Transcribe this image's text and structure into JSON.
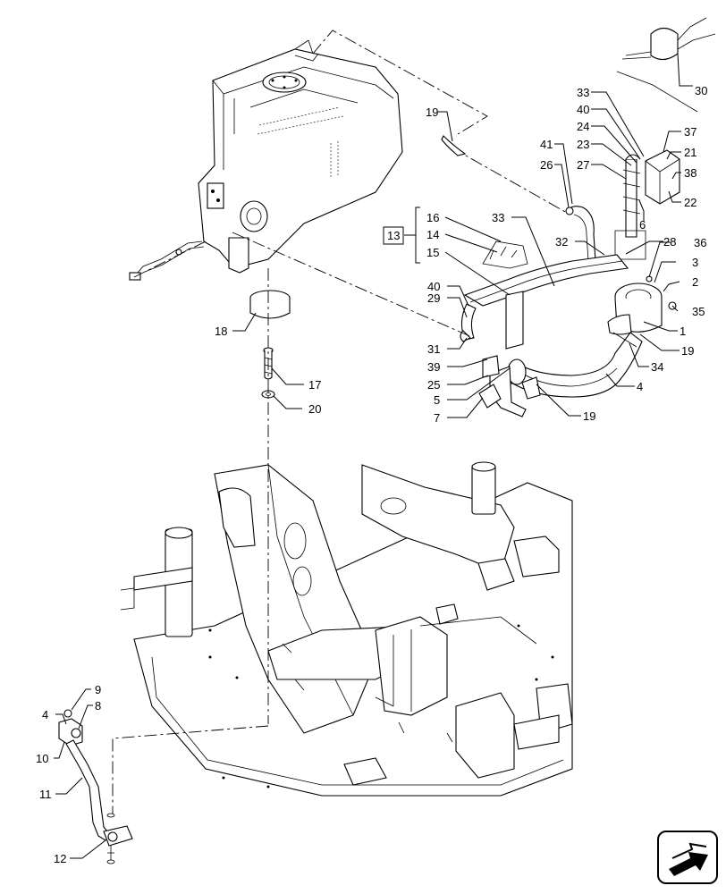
{
  "callouts": [
    {
      "id": "c30",
      "text": "30"
    },
    {
      "id": "c19a",
      "text": "19"
    },
    {
      "id": "c33a",
      "text": "33"
    },
    {
      "id": "c40a",
      "text": "40"
    },
    {
      "id": "c24",
      "text": "24"
    },
    {
      "id": "c23",
      "text": "23"
    },
    {
      "id": "c27",
      "text": "27"
    },
    {
      "id": "c41",
      "text": "41"
    },
    {
      "id": "c26",
      "text": "26"
    },
    {
      "id": "c37",
      "text": "37"
    },
    {
      "id": "c21",
      "text": "21"
    },
    {
      "id": "c38",
      "text": "38"
    },
    {
      "id": "c22",
      "text": "22"
    },
    {
      "id": "c6",
      "text": "6"
    },
    {
      "id": "c13",
      "text": "13"
    },
    {
      "id": "c16",
      "text": "16"
    },
    {
      "id": "c14",
      "text": "14"
    },
    {
      "id": "c15",
      "text": "15"
    },
    {
      "id": "c33b",
      "text": "33"
    },
    {
      "id": "c32",
      "text": "32"
    },
    {
      "id": "c28",
      "text": "28"
    },
    {
      "id": "c36",
      "text": "36"
    },
    {
      "id": "c3",
      "text": "3"
    },
    {
      "id": "c2",
      "text": "2"
    },
    {
      "id": "c35",
      "text": "35"
    },
    {
      "id": "c1",
      "text": "1"
    },
    {
      "id": "c19b",
      "text": "19"
    },
    {
      "id": "c34",
      "text": "34"
    },
    {
      "id": "c4a",
      "text": "4"
    },
    {
      "id": "c19c",
      "text": "19"
    },
    {
      "id": "c40b",
      "text": "40"
    },
    {
      "id": "c29",
      "text": "29"
    },
    {
      "id": "c31",
      "text": "31"
    },
    {
      "id": "c39",
      "text": "39"
    },
    {
      "id": "c25",
      "text": "25"
    },
    {
      "id": "c5",
      "text": "5"
    },
    {
      "id": "c7",
      "text": "7"
    },
    {
      "id": "c18",
      "text": "18"
    },
    {
      "id": "c17",
      "text": "17"
    },
    {
      "id": "c20",
      "text": "20"
    },
    {
      "id": "c9",
      "text": "9"
    },
    {
      "id": "c4b",
      "text": "4"
    },
    {
      "id": "c8",
      "text": "8"
    },
    {
      "id": "c10",
      "text": "10"
    },
    {
      "id": "c11",
      "text": "11"
    },
    {
      "id": "c12",
      "text": "12"
    }
  ],
  "nav": {
    "icon": "next-page-arrow-icon"
  }
}
